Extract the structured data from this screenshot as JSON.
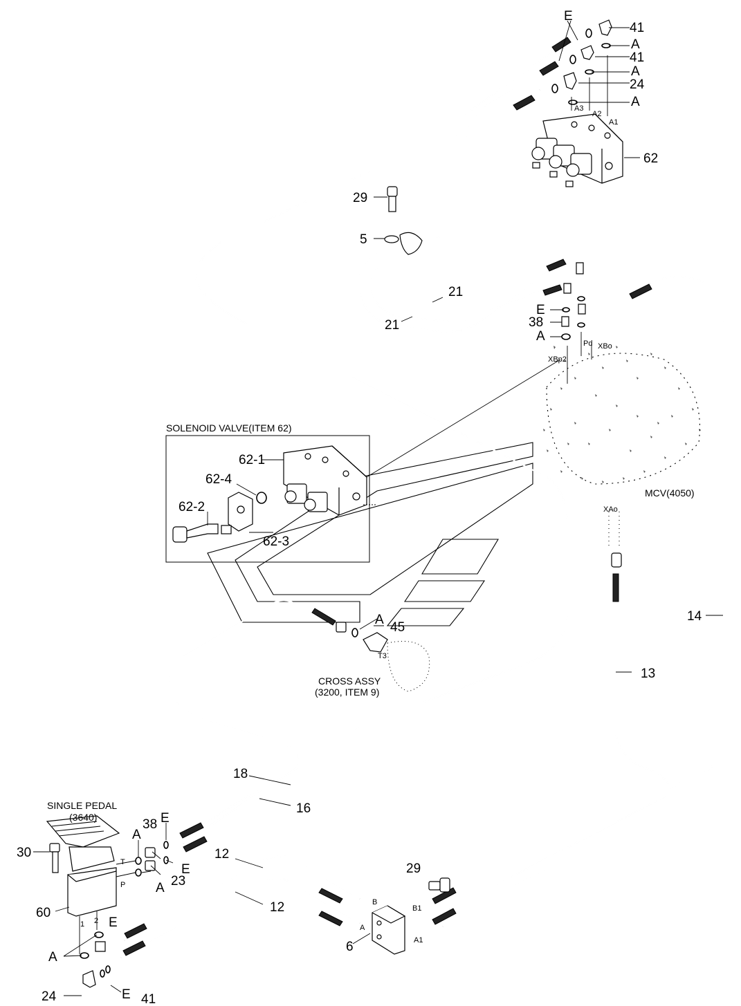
{
  "captions": {
    "solenoid_valve": "SOLENOID VALVE(ITEM 62)",
    "mcv": "MCV(4050)",
    "cross_assy_line1": "CROSS ASSY",
    "cross_assy_line2": "(3200, ITEM 9)",
    "single_pedal_line1": "SINGLE PEDAL",
    "single_pedal_line2": "(3640)"
  },
  "callouts": {
    "c41a": "41",
    "c41b": "41",
    "c24a": "24",
    "c62": "62",
    "cAa": "A",
    "cAb": "A",
    "cAc": "A",
    "cEa": "E",
    "c29a": "29",
    "c5": "5",
    "c21a": "21",
    "c21b": "21",
    "cEb": "E",
    "c38a": "38",
    "cAd": "A",
    "c62_1": "62-1",
    "c62_4": "62-4",
    "c62_2": "62-2",
    "c62_3": "62-3",
    "cAe": "A",
    "c45": "45",
    "c14": "14",
    "c13": "13",
    "c18": "18",
    "c16": "16",
    "c30": "30",
    "c60": "60",
    "c38b": "38",
    "cAf": "A",
    "cEc": "E",
    "cEd": "E",
    "c23": "23",
    "cAg": "A",
    "c12a": "12",
    "c12b": "12",
    "c29b": "29",
    "c6": "6",
    "cEe": "E",
    "cAh": "A",
    "c24b": "24",
    "cEf": "E",
    "c41c": "41"
  },
  "port_labels": {
    "pA3": "A3",
    "pA2": "A2",
    "pA1": "A1",
    "pPd": "Pd",
    "pXBo": "XBo",
    "pXBp2": "XBp2",
    "pXAo": "XAo",
    "pT3": "T3",
    "pT": "T",
    "pP": "P",
    "p1": "1",
    "p2": "2",
    "pB": "B",
    "pA": "A",
    "pB1": "B1",
    "pA1b": "A1"
  }
}
